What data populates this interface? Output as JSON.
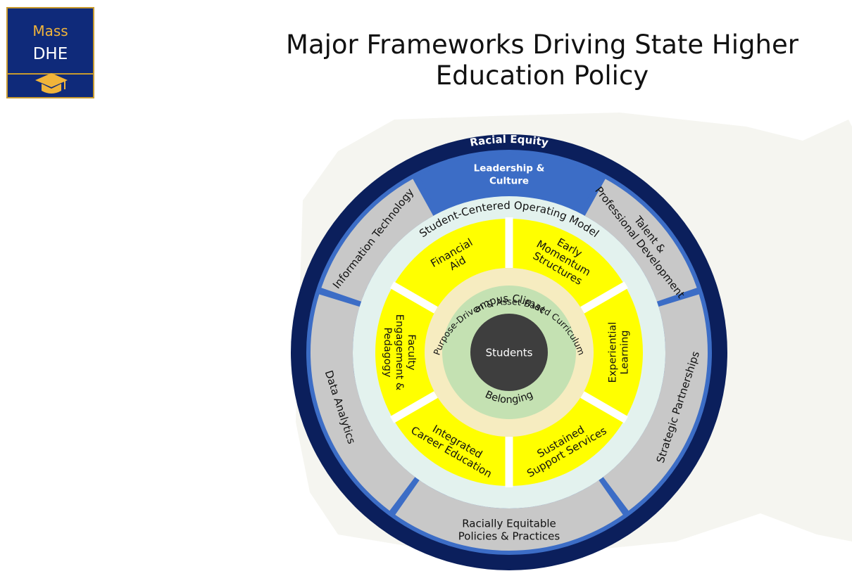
{
  "logo": {
    "line1": "Mass",
    "line2": "DHE"
  },
  "title": "Major Frameworks Driving State Higher Education Policy",
  "colors": {
    "navy": "#0b1f5c",
    "royal": "#3c6dc6",
    "gray": "#c8c8c8",
    "mint": "#e3f2ee",
    "yellow": "#ffff00",
    "cream": "#f6ecc0",
    "green": "#c4e1b2",
    "hub": "#3e3e3e",
    "gold": "#f0b43a"
  },
  "wheel": {
    "outer_ring": "Racial Equity",
    "top_segment": [
      "Leadership &",
      "Culture"
    ],
    "gray_segments": [
      "Information Technology",
      [
        "Talent &",
        "Professional Development"
      ],
      "Strategic Partnerships",
      [
        "Racially Equitable",
        "Policies & Practices"
      ],
      "Data Analytics"
    ],
    "operating_model": "Student-Centered Operating Model",
    "yellow_segments": [
      [
        "Early",
        "Momentum",
        "Structures"
      ],
      [
        "Experiential",
        "Learning"
      ],
      [
        "Sustained",
        "Support Services"
      ],
      [
        "Integrated",
        "Career Education"
      ],
      [
        "Faculty",
        "Engagement &",
        "Pedagogy"
      ],
      [
        "Financial",
        "Aid"
      ]
    ],
    "curriculum": "Purpose-Driven & Asset-Based Curriculum",
    "climate": "Campus Climate",
    "belonging": "Belonging",
    "center": "Students"
  }
}
